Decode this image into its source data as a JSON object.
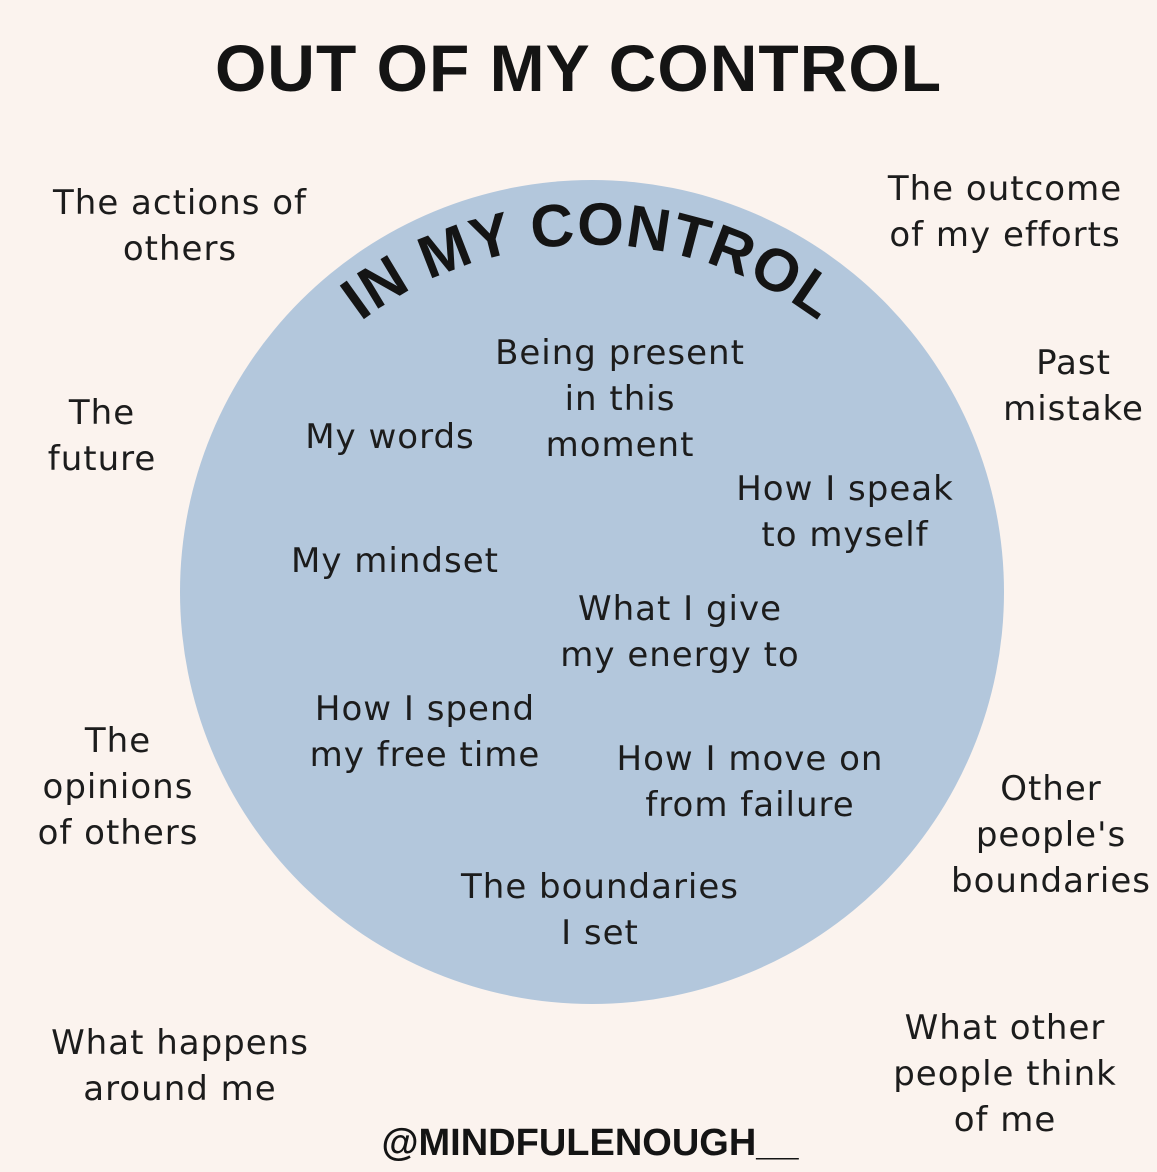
{
  "title": "OUT OF MY CONTROL",
  "circle_title": "IN MY CONTROL",
  "colors": {
    "background": "#fbf3ee",
    "circle": "#b3c7dc",
    "text": "#1c1c1c"
  },
  "inside": [
    "Being present\nin this\nmoment",
    "My words",
    "How I speak\nto myself",
    "My mindset",
    "What I give\nmy energy to",
    "How I spend\nmy free time",
    "How I move on\nfrom failure",
    "The boundaries\nI set"
  ],
  "outside": [
    "The actions of\nothers",
    "The outcome\nof my efforts",
    "Past\nmistake",
    "The\nfuture",
    "The\nopinions\nof others",
    "Other\npeople's\nboundaries",
    "What happens\naround me",
    "What other\npeople think\nof me"
  ],
  "handle": "@MINDFULENOUGH__"
}
